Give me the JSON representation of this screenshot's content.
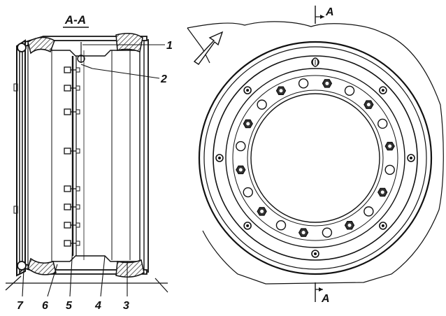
{
  "section_title": "A-A",
  "cut_marker_top": "A",
  "cut_marker_bottom": "A",
  "callouts": {
    "c1": "1",
    "c2": "2",
    "c3": "3",
    "c4": "4",
    "c5": "5",
    "c6": "6",
    "c7": "7"
  },
  "colors": {
    "ink": "#111111",
    "paper": "#ffffff",
    "hatch": "#333333"
  },
  "icons": {
    "direction": "arrow-icon"
  }
}
